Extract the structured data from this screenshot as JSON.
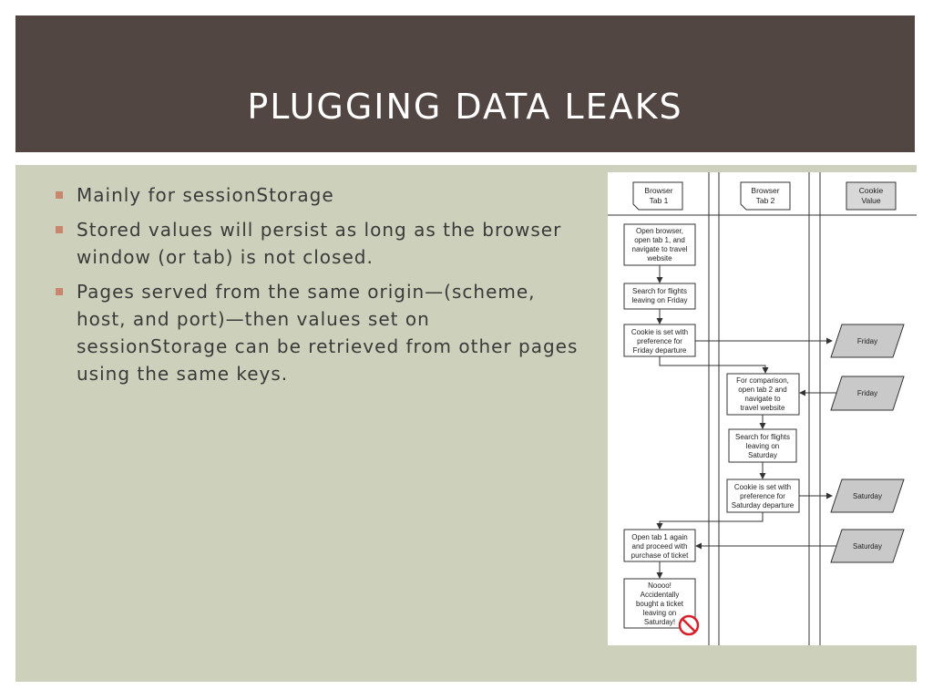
{
  "slide": {
    "title": "PLUGGING DATA LEAKS",
    "bullets": [
      "Mainly for sessionStorage",
      "Stored values will persist as long as the browser window (or tab) is not closed.",
      "Pages served from the same origin—(scheme, host, and port)—then values set on sessionStorage can be retrieved from other pages using the same keys."
    ]
  },
  "diagram": {
    "headers": [
      [
        "Browser",
        "Tab 1"
      ],
      [
        "Browser",
        "Tab 2"
      ],
      [
        "Cookie",
        "Value"
      ]
    ],
    "boxes": {
      "open_browser": [
        "Open browser,",
        "open tab 1, and",
        "navigate to travel",
        "website"
      ],
      "search_friday": [
        "Search for flights",
        "leaving on Friday"
      ],
      "cookie_friday": [
        "Cookie is set with",
        "preference for",
        "Friday departure"
      ],
      "comparison": [
        "For comparison,",
        "open tab 2 and",
        "navigate to",
        "travel website"
      ],
      "search_saturday": [
        "Search for flights",
        "leaving on",
        "Saturday"
      ],
      "cookie_saturday": [
        "Cookie is set with",
        "preference for",
        "Saturday departure"
      ],
      "open_tab1_again": [
        "Open tab 1 again",
        "and proceed with",
        "purchase of ticket"
      ],
      "noooo": [
        "Noooo!",
        "Accidentally",
        "bought a ticket",
        "leaving on",
        "Saturday!"
      ]
    },
    "values": {
      "friday_1": "Friday",
      "friday_2": "Friday",
      "saturday_1": "Saturday",
      "saturday_2": "Saturday"
    }
  }
}
